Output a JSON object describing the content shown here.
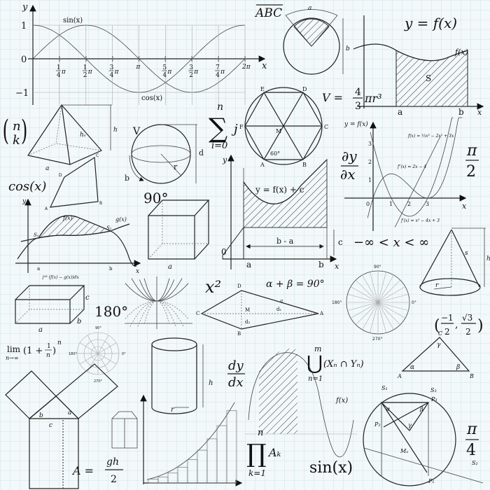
{
  "colors": {
    "paper": "#f3f8fa",
    "grid": "#c4dde7",
    "ink": "#111111"
  },
  "trig_graph": {
    "y_axis": "y",
    "x_axis": "x",
    "sin_label": "sin(x)",
    "cos_label": "cos(x)",
    "y_ticks": [
      "1",
      "0",
      "−1"
    ],
    "x_ticks": [
      {
        "num": "1",
        "den": "4",
        "suffix": "π"
      },
      {
        "num": "1",
        "den": "2",
        "suffix": "π"
      },
      {
        "num": "3",
        "den": "4",
        "suffix": "π"
      },
      {
        "num": "",
        "den": "",
        "suffix": "π"
      },
      {
        "num": "5",
        "den": "4",
        "suffix": "π"
      },
      {
        "num": "3",
        "den": "2",
        "suffix": "π"
      },
      {
        "num": "7",
        "den": "4",
        "suffix": "π"
      },
      {
        "num": "",
        "den": "",
        "suffix": "2π"
      }
    ]
  },
  "abc_arc": {
    "label": "ABC",
    "a": "a",
    "b": "b"
  },
  "area_graph": {
    "title": "y = f(x)",
    "curve": "f(x)",
    "area": "S",
    "a": "a",
    "b": "b",
    "x": "x"
  },
  "sphere_volume": {
    "lhs": "V =",
    "num": "4",
    "den": "3",
    "rest": "πr³"
  },
  "binomial": {
    "top": "n",
    "bottom": "k"
  },
  "pyramid": {
    "h": "h",
    "hs": "hₛ",
    "a": "a"
  },
  "sphere": {
    "V": "V",
    "d": "d",
    "r": "r",
    "b": "b"
  },
  "summation": {
    "top": "n",
    "sym": "∑",
    "term": "j",
    "bottom": "i=0"
  },
  "hexagon": {
    "A": "A",
    "B": "B",
    "C": "C",
    "D": "D",
    "E": "E",
    "F": "F",
    "M": "M",
    "angle": "60°"
  },
  "derivative_graph": {
    "y_label": "y = f(x)",
    "x_label": "x",
    "f": "f(x) = ⅓x³ − 2x² + 3x",
    "f2": "f″(x) = 2x − 4",
    "f1": "f′(x) = x² − 4x + 3",
    "x_ticks": [
      "0",
      "1",
      "2",
      "3"
    ],
    "y_ticks": [
      "1",
      "2",
      "3"
    ]
  },
  "partial": {
    "num": "∂y",
    "den": "∂x"
  },
  "pi_half": {
    "num": "π",
    "den": "2"
  },
  "cos_text": "cos(x)",
  "quad": {
    "A": "A",
    "B": "B",
    "C": "C",
    "D": "D"
  },
  "ninety": "90°",
  "between_graph": {
    "f": "f(x)",
    "g": "g(x)",
    "s1": "S₁",
    "s2": "S₂",
    "a": "a",
    "b": "b",
    "x": "x",
    "y": "y",
    "integral": "∫ᵃᵇ (f(x) − g(x))dx"
  },
  "cube": {
    "a": "a"
  },
  "shift_graph": {
    "eq": "y = f(x) + c",
    "ba": "b - a",
    "c": "c",
    "a": "a",
    "b": "b",
    "o": "0",
    "x": "x",
    "y": "y"
  },
  "infinity": "−∞ < x < ∞",
  "cone": {
    "s": "s",
    "h": "h",
    "r": "r"
  },
  "box": {
    "a": "a",
    "b": "b",
    "c": "c"
  },
  "one_eighty": "180°",
  "x_squared": "x²",
  "rhombus": {
    "A": "A",
    "B": "B",
    "C": "C",
    "D": "D",
    "M": "M",
    "d1": "d₁",
    "d2": "d₂",
    "a": "a"
  },
  "alpha_beta": "α + β = 90°",
  "protractor": {
    "deg0": "0°",
    "deg90": "90°",
    "deg180": "180°",
    "deg270": "270°"
  },
  "unit_point": {
    "open": "(",
    "n1": "−1",
    "d1": "2",
    "comma": ",",
    "n2": "√3",
    "d2": "2",
    "close": ")"
  },
  "limit": {
    "lim": "lim",
    "sub": "n→∞",
    "body": "(1 + ",
    "num": "1",
    "den": "n",
    "close": ")",
    "exp": "n"
  },
  "polar": {
    "deg90": "90°",
    "deg0": "0°",
    "deg180": "180°",
    "deg270": "270°"
  },
  "cylinder": {
    "h": "h",
    "r": "r"
  },
  "dydx": {
    "num": "dy",
    "den": "dx"
  },
  "normal_curve": {
    "f": "f(x)"
  },
  "union": {
    "top": "m",
    "sym": "⋃",
    "body": "(Xₙ ∩ Yₙ)",
    "bottom": "n=1"
  },
  "triangle": {
    "A": "A",
    "B": "B",
    "C": "C",
    "alpha": "α",
    "beta": "β",
    "gamma": "γ"
  },
  "pythagoras": {
    "a": "a",
    "b": "b",
    "c": "c"
  },
  "area_formula": {
    "lhs": "A =",
    "num": "gh",
    "den": "2"
  },
  "product": {
    "top": "n",
    "sym": "∏",
    "term": "Aₖ",
    "bottom": "k=1"
  },
  "sin_text": "sin(x)",
  "inscribed": {
    "s1": "S₁",
    "s2": "S₂",
    "s3": "S₃",
    "p1": "P₁",
    "p2": "P₂",
    "p3": "P₃",
    "m": "Mₐ",
    "alpha": "α",
    "beta": "β",
    "gamma": "γ"
  },
  "pi_quarter": {
    "num": "π",
    "den": "4"
  }
}
